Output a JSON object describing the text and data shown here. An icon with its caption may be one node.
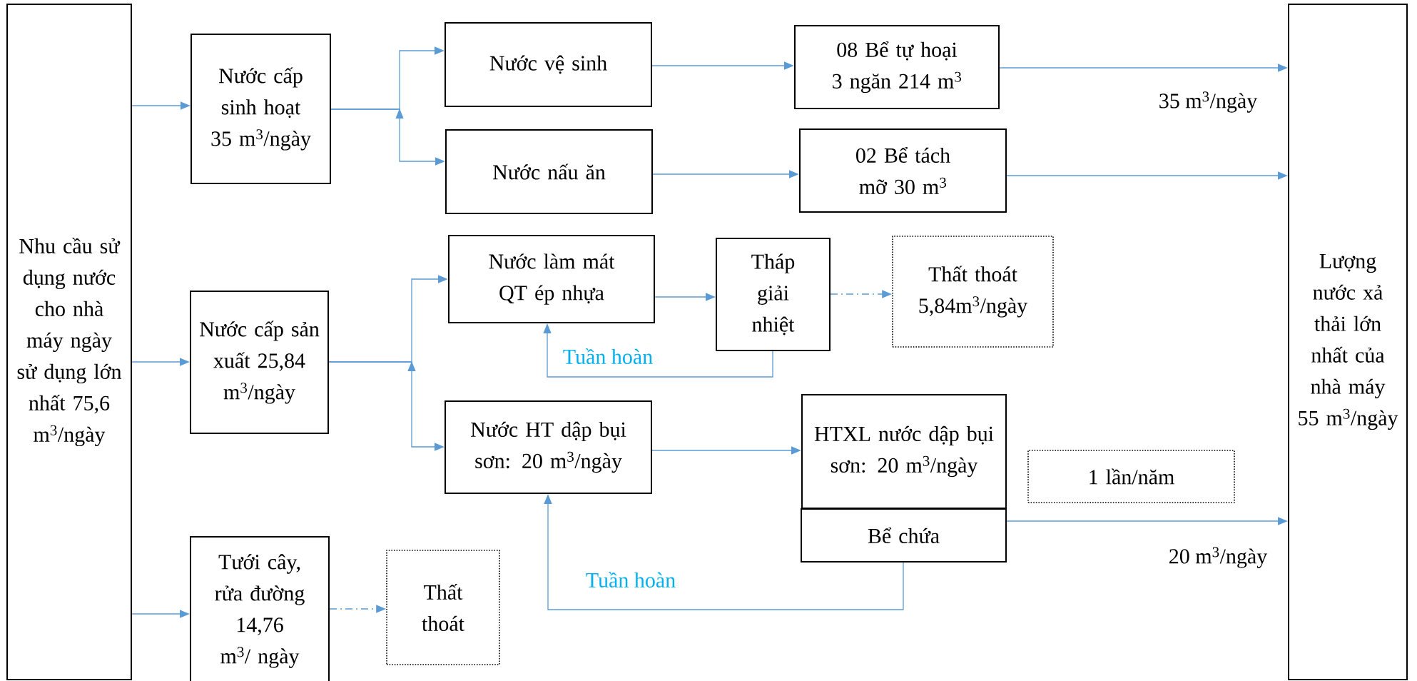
{
  "diagram": {
    "nodes": [
      {
        "text": [
          "Nhu cầu sử dụng nước cho nhà máy ngày sử dụng lớn nhất 75,6 m$^{3}$/ngày"
        ]
      },
      {
        "text": [
          "Nước cấp sinh hoạt 35 m$^{3}$/ngày"
        ]
      },
      {
        "text": [
          "Nước vệ sinh"
        ]
      },
      {
        "text": [
          "08 Bể tự hoại 3 ngăn 214 m$^{3}$"
        ]
      },
      {
        "text": [
          "Nước nấu ăn"
        ]
      },
      {
        "text": [
          "02 Bể tách mỡ 30 m$^{3}$"
        ]
      },
      {
        "text": [
          "Nước cấp sản xuất 25,84 m$^{3}$/ngày"
        ]
      },
      {
        "text": [
          "Nước làm mát QT ép nhựa"
        ]
      },
      {
        "text": [
          "Tháp giải nhiệt"
        ]
      },
      {
        "text": [
          "Thất thoát 5,84m$^{3}$/ngày"
        ]
      },
      {
        "text": [
          "Nước HT dập bụi sơn: 20 m$^{3}$/ngày"
        ]
      },
      {
        "text": [
          "HTXL nước dập bụi sơn: 20 m$^{3}$/ngày"
        ]
      },
      {
        "text": [
          "1 lần/năm"
        ]
      },
      {
        "text": [
          "Bể chứa"
        ]
      },
      {
        "text": [
          "Tưới cây, rửa đường 14,76 m$^{3}$/ ngày"
        ]
      },
      {
        "text": [
          "Thất thoát"
        ]
      },
      {
        "text": [
          "Lượng nước xả thải lớn nhất của nhà máy 55 m$^{3}$/ngày"
        ]
      }
    ],
    "edges": [
      {
        "from": 0,
        "to": 1,
        "arrow": "to"
      },
      {
        "from": 0,
        "to": 6,
        "arrow": "to"
      },
      {
        "from": 0,
        "to": 14,
        "arrow": "to"
      },
      {
        "from": 1,
        "to": 2,
        "arrow": "to"
      },
      {
        "from": 1,
        "to": 4,
        "arrow": "to"
      },
      {
        "from": 2,
        "to": 3,
        "arrow": "to"
      },
      {
        "from": 3,
        "to": 16,
        "arrow": "to",
        "label": "35 m$^{3}$/ngày"
      },
      {
        "from": 4,
        "to": 5,
        "arrow": "to"
      },
      {
        "from": 5,
        "to": 16,
        "arrow": "to"
      },
      {
        "from": 6,
        "to": 7,
        "arrow": "to"
      },
      {
        "from": 6,
        "to": 10,
        "arrow": "to"
      },
      {
        "from": 7,
        "to": 8,
        "arrow": "to"
      },
      {
        "from": 8,
        "to": 9,
        "arrow": "to",
        "style": "dashed"
      },
      {
        "from": 8,
        "to": 7,
        "arrow": "to",
        "label": "Tuần hoàn"
      },
      {
        "from": 10,
        "to": 11,
        "arrow": "to"
      },
      {
        "from": 13,
        "to": 16,
        "arrow": "to",
        "label": "20 m$^{3}$/ngày"
      },
      {
        "from": 13,
        "to": 10,
        "arrow": "to",
        "label": "Tuần hoàn"
      },
      {
        "from": 14,
        "to": 15,
        "arrow": "to",
        "style": "dashed"
      }
    ]
  }
}
